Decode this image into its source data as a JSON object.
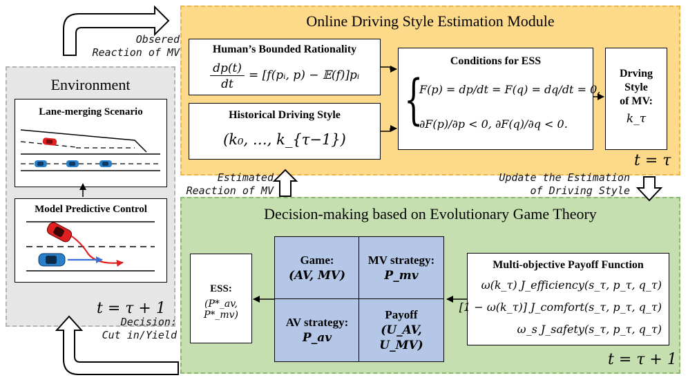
{
  "environment": {
    "title": "Environment",
    "scenario_title": "Lane-merging Scenario",
    "mpc_title": "Model Predictive Control",
    "time": "t = τ + 1"
  },
  "estimation_module": {
    "title": "Online Driving Style Estimation Module",
    "bounded_rationality": {
      "title": "Human’s Bounded Rationality",
      "lhs_num": "dp(t)",
      "lhs_den": "dt",
      "rhs": "= [f(pᵢ, p) − 𝔼(f)]pᵢ"
    },
    "historical": {
      "title": "Historical Driving Style",
      "formula": "(k₀, …, k_{τ−1})"
    },
    "ess_conditions": {
      "title": "Conditions for ESS",
      "line1": "F(p) = dp/dt = F(q) = dq/dt = 0,",
      "line2": "∂F(p)/∂p < 0, ∂F(q)/∂q < 0."
    },
    "driving_style": {
      "line1": "Drving",
      "line2": "Style",
      "line3": "of MV:",
      "symbol": "k_τ"
    },
    "time": "t = τ"
  },
  "decision_module": {
    "title": "Decision-making based on Evolutionary Game Theory",
    "ess_box": {
      "label": "ESS:",
      "value": "(P*_av, P*_mv)"
    },
    "game_matrix": {
      "game_label": "Game:",
      "game_value": "(AV, MV)",
      "mv_label": "MV strategy:",
      "mv_value": "P_mv",
      "av_label": "AV strategy:",
      "av_value": "P_av",
      "payoff_label": "Payoff",
      "payoff_value": "(U_AV, U_MV)"
    },
    "payoff_function": {
      "title": "Multi-objective Payoff Function",
      "term1": "ω(k_τ) J_efficiency(s_τ, p_τ, q_τ)",
      "term2": "[1 − ω(k_τ)] J_comfort(s_τ, p_τ, q_τ)",
      "term3": "ω_s J_safety(s_τ, p_τ, q_τ)"
    },
    "time": "t = τ + 1"
  },
  "arrow_captions": {
    "observed_line1": "Obsered",
    "observed_line2": "Reaction of MV",
    "estimated_line1": "Estimated",
    "estimated_line2": "Reaction of MV",
    "update_line1": "Update the Estimation",
    "update_line2": "of Driving Style",
    "decision_line1": "Decision:",
    "decision_line2": "Cut in/Yield"
  },
  "colors": {
    "environment_bg": "#e6e6e6",
    "estimation_bg": "#fdd98a",
    "decision_bg": "#c6dfb0",
    "matrix_cell": "#b4c7e7",
    "car_red": "#e02020",
    "car_blue": "#2a7fc9",
    "trajectory_red": "#e02020",
    "trajectory_blue": "#3a6fd8"
  }
}
